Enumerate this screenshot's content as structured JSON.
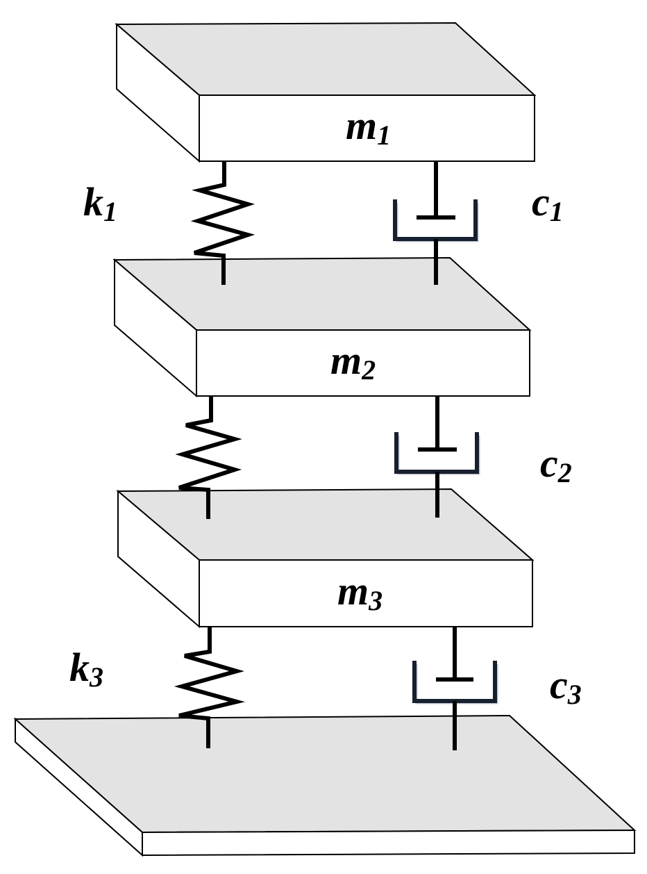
{
  "labels": {
    "m1": {
      "symbol": "m",
      "subscript": "1"
    },
    "m2": {
      "symbol": "m",
      "subscript": "2"
    },
    "m3": {
      "symbol": "m",
      "subscript": "3"
    },
    "k1": {
      "symbol": "k",
      "subscript": "1"
    },
    "k3": {
      "symbol": "k",
      "subscript": "3"
    },
    "c1": {
      "symbol": "c",
      "subscript": "1"
    },
    "c2": {
      "symbol": "c",
      "subscript": "2"
    },
    "c3": {
      "symbol": "c",
      "subscript": "3"
    }
  },
  "colors": {
    "block_top": "#e3e3e3",
    "block_face": "#ffffff",
    "line": "#000000"
  }
}
